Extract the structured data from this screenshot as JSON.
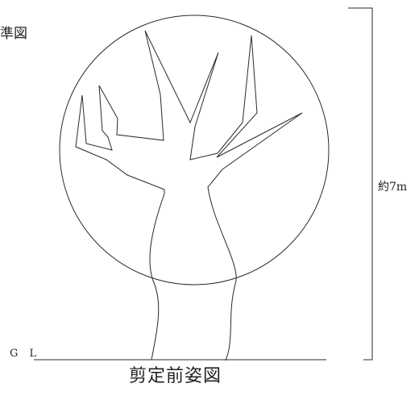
{
  "labels": {
    "partial_title": "準図",
    "height": "約7m",
    "ground_line": "G L",
    "caption": "剪定前姿図"
  },
  "colors": {
    "line": "#2a2a2a",
    "background": "#ffffff"
  }
}
